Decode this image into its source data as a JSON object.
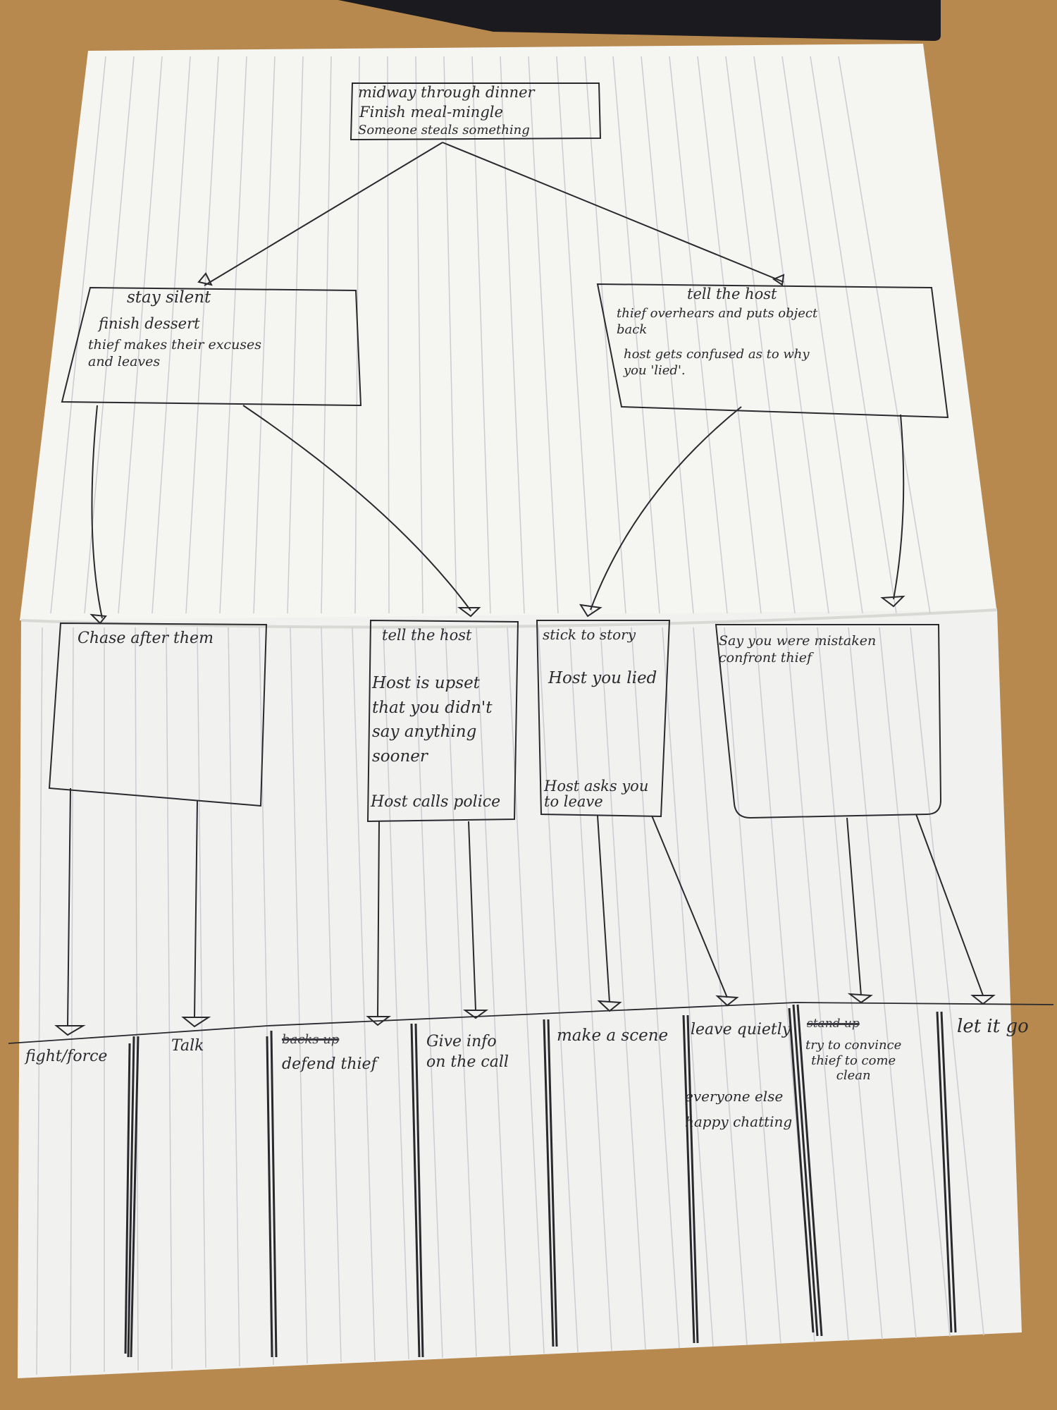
{
  "start": {
    "line1": "midway through dinner",
    "line2": "Finish meal-mingle",
    "line3": "Someone steals something"
  },
  "branch_left": {
    "title": "stay silent",
    "line1": "finish dessert",
    "line2": "thief makes their excuses\nand leaves"
  },
  "branch_right": {
    "title": "tell the host",
    "line1": "thief overhears and puts object\nback",
    "line2": "host gets confused as to why\nyou 'lied'."
  },
  "outcome_chase": {
    "title": "Chase after them"
  },
  "outcome_tell_host": {
    "title": "tell the host",
    "line1": "Host is upset\nthat you didn't\nsay anything\nsooner",
    "line2": "Host calls police"
  },
  "outcome_stick": {
    "title": "stick to story",
    "line1": "Host you lied",
    "line2": "Host asks you\nto leave"
  },
  "outcome_mistaken": {
    "title": "Say you were mistaken\nconfront thief"
  },
  "endings": {
    "fight": "fight/force",
    "talk": "Talk",
    "defend_struck": "backs up",
    "defend": "defend thief",
    "give_info": "Give info\non the call",
    "scene": "make a scene",
    "leave": "leave quietly",
    "leave_note": "everyone else\nhappy chatting",
    "convince_struck": "stand up",
    "convince": "try to convince\nthief to come\nclean",
    "let_go": "let it go"
  },
  "colors": {
    "table": "#b8894f",
    "paper": "#f4f4f1",
    "rule": "#c9cdd2",
    "ink": "#2a2a2e"
  }
}
